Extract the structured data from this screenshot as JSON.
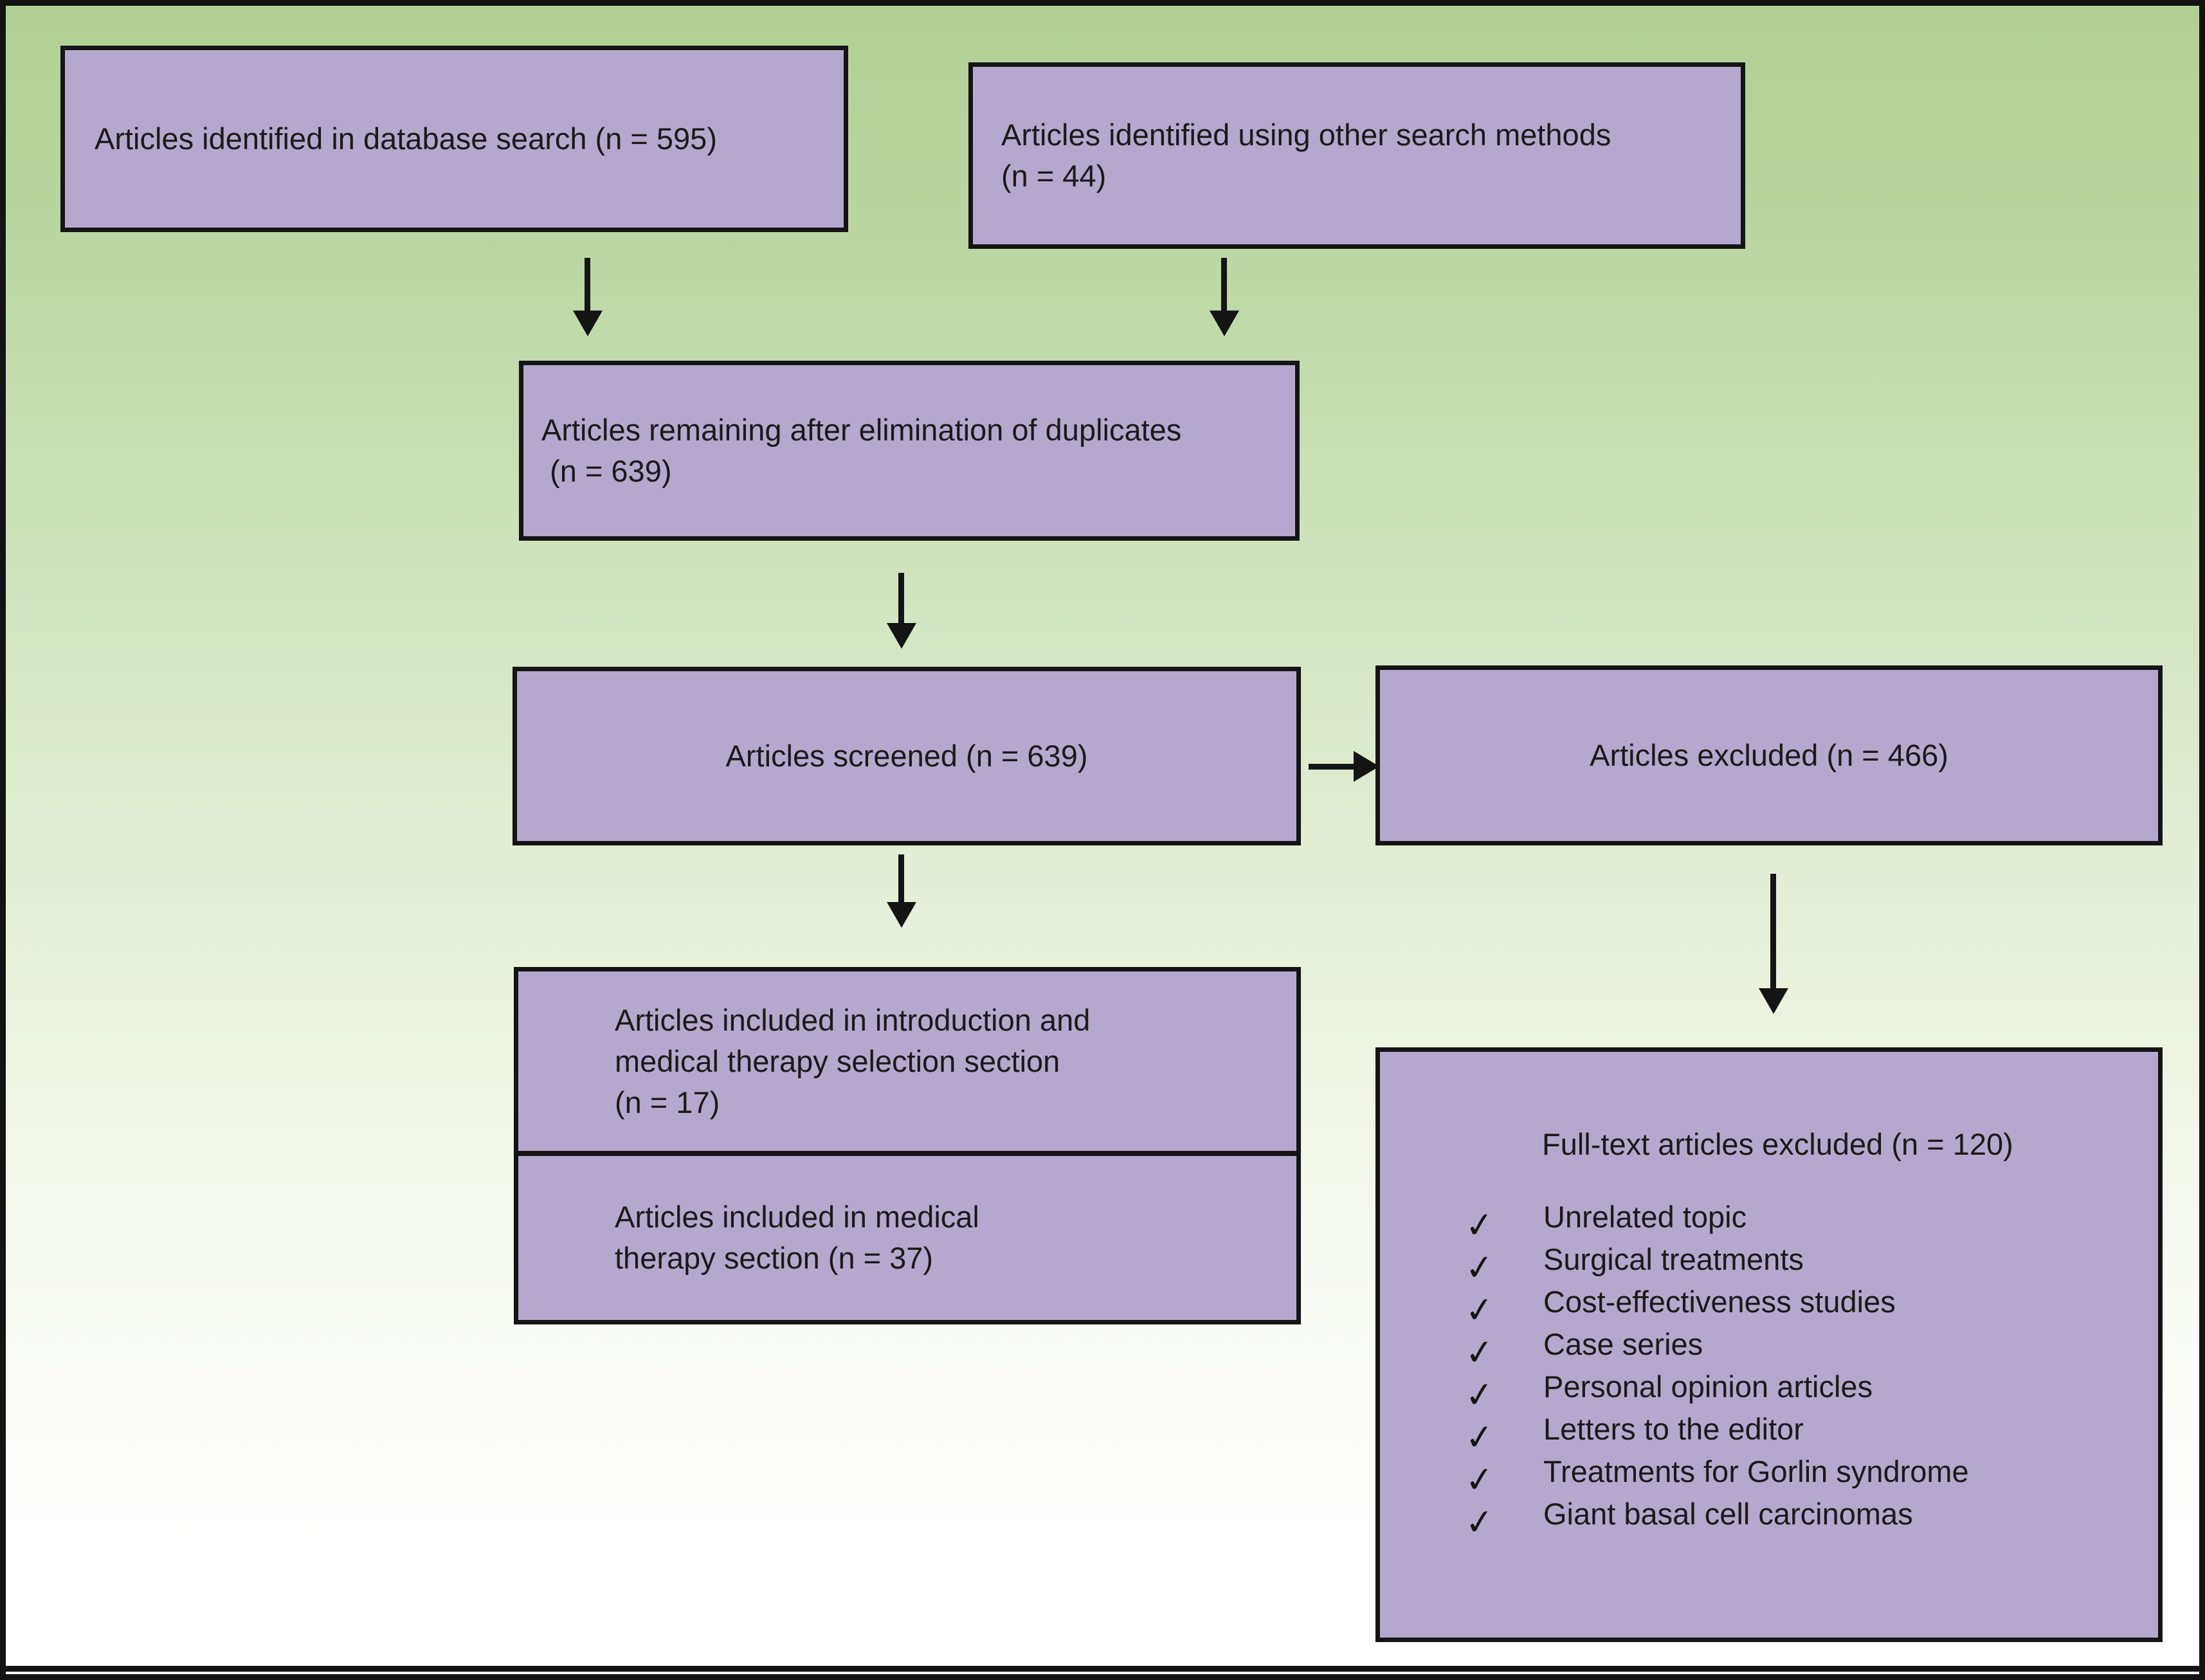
{
  "figure": {
    "type": "flow-diagram",
    "colors": {
      "box_fill": "#b5a8cf",
      "background_top": "#b1d095",
      "background_bottom": "#ffffff",
      "border": "#141414",
      "text": "#1a1a1a"
    },
    "boxes": {
      "identified_db": {
        "lines": [
          "Articles identified in database search (n = 595)"
        ]
      },
      "identified_other": {
        "lines": [
          "Articles identified using other search methods",
          "(n = 44)"
        ]
      },
      "after_duplicates": {
        "lines": [
          "Articles remaining after elimination of duplicates",
          " (n = 639)"
        ]
      },
      "screened": {
        "label": "Articles screened (n = 639)"
      },
      "excluded": {
        "label": "Articles excluded (n = 466)"
      },
      "included_intro": {
        "lines": [
          "Articles included in introduction and",
          "medical therapy selection section",
          "(n = 17)"
        ]
      },
      "included_medical": {
        "lines": [
          "Articles included in medical",
          "therapy section (n = 37)"
        ]
      },
      "fulltext_excluded": {
        "title": "Full-text articles excluded (n = 120)",
        "check_glyph": "✓",
        "items": [
          "Unrelated topic",
          "Surgical treatments",
          "Cost-effectiveness studies",
          "Case series",
          "Personal opinion articles",
          "Letters to the editor",
          "Treatments for Gorlin syndrome",
          "Giant basal cell carcinomas"
        ]
      }
    }
  }
}
